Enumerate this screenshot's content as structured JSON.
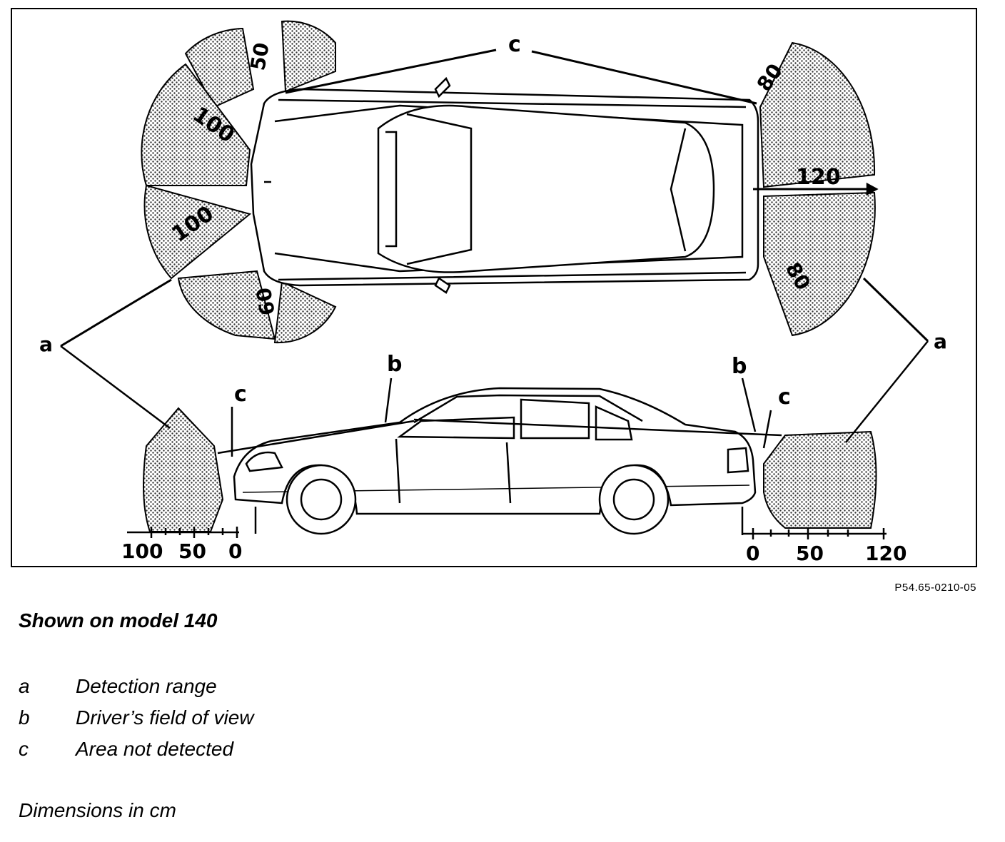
{
  "figure": {
    "label_a": "a",
    "label_b": "b",
    "label_c": "c",
    "top_view": {
      "front_dims": [
        "50",
        "100",
        "100",
        "60"
      ],
      "rear_dims": [
        "80",
        "120",
        "80"
      ]
    },
    "side_scale": {
      "front_ticks": [
        "100",
        "50",
        "0"
      ],
      "rear_ticks": [
        "0",
        "50",
        "120"
      ]
    },
    "pattern_color": "#555555",
    "line_color": "#000000"
  },
  "caption_code": "P54.65-0210-05",
  "caption": "Shown on model 140",
  "legend": [
    {
      "key": "a",
      "text": "Detection range"
    },
    {
      "key": "b",
      "text": "Driver’s field of view"
    },
    {
      "key": "c",
      "text": "Area not detected"
    }
  ],
  "units_note": "Dimensions in cm"
}
